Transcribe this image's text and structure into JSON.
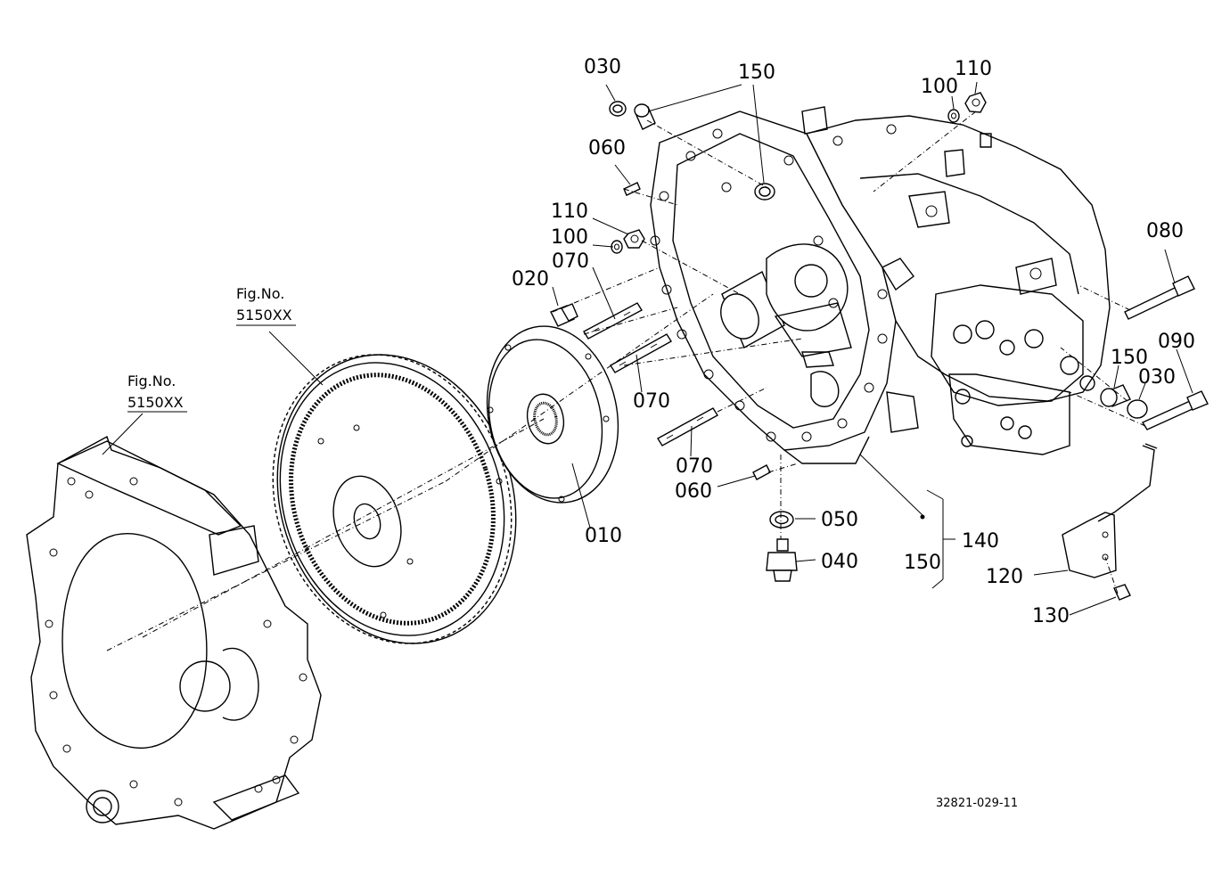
{
  "labels": {
    "l030a": "030",
    "l150a": "150",
    "l100a": "100",
    "l110a": "110",
    "l060a": "060",
    "l110b": "110",
    "l100b": "100",
    "l080": "080",
    "l020": "020",
    "l070a": "070",
    "l090": "090",
    "l150b": "150",
    "l030b": "030",
    "l070b": "070",
    "l070c": "070",
    "l060b": "060",
    "l050": "050",
    "l010": "010",
    "l140": "140",
    "l150c": "150",
    "l040": "040",
    "l120": "120",
    "l130": "130"
  },
  "figure_refs": [
    {
      "prefix": "Fig.No.",
      "number": "5150XX"
    },
    {
      "prefix": "Fig.No.",
      "number": "5150XX"
    }
  ],
  "drawing_number": "32821-029-11"
}
